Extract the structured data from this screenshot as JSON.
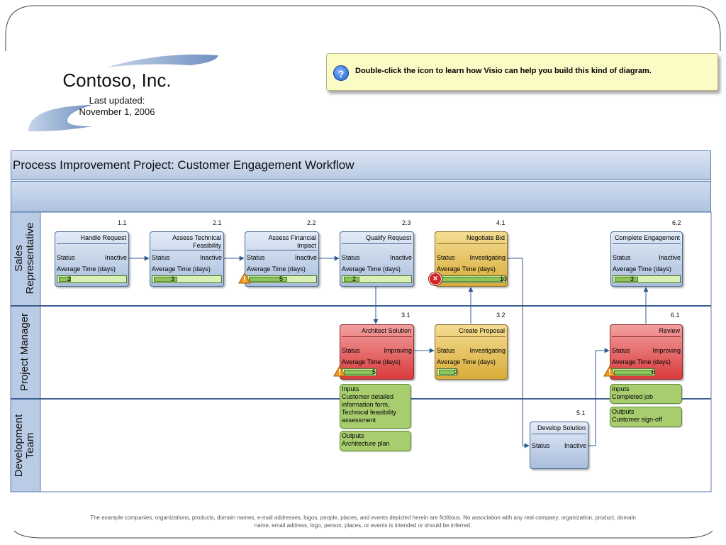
{
  "header": {
    "company": "Contoso, Inc.",
    "updated_line1": "Last updated:",
    "updated_line2": "November 1, 2006"
  },
  "tip": {
    "icon": "help-icon",
    "icon_glyph": "?",
    "text": "Double-click the icon to learn how Visio can help you build this kind of diagram."
  },
  "diagram": {
    "title": "Process Improvement Project: Customer Engagement Workflow",
    "lanes": [
      {
        "label_line1": "Sales",
        "label_line2": "Representative"
      },
      {
        "label_line1": "Project Manager",
        "label_line2": ""
      },
      {
        "label_line1": "Development",
        "label_line2": "Team"
      }
    ],
    "row_labels": {
      "status": "Status",
      "avg_time": "Average Time (days)"
    },
    "processes": [
      {
        "id": "1.1",
        "title": "Handle Request",
        "title2": "",
        "status": "Inactive",
        "avg_time": "2",
        "color": "#a9bedc",
        "icon": ""
      },
      {
        "id": "2.1",
        "title": "Assess Technical",
        "title2": "Feasibility",
        "status": "Inactive",
        "avg_time": "3",
        "color": "#a9bedc",
        "icon": ""
      },
      {
        "id": "2.2",
        "title": "Assess Financial",
        "title2": "Impact",
        "status": "Inactive",
        "avg_time": "5",
        "color": "#a9bedc",
        "icon": "warning-icon"
      },
      {
        "id": "2.3",
        "title": "Qualify Request",
        "title2": "",
        "status": "Inactive",
        "avg_time": "2",
        "color": "#a9bedc",
        "icon": ""
      },
      {
        "id": "4.1",
        "title": "Negotiate Bid",
        "title2": "",
        "status": "Investigating",
        "avg_time": "10",
        "color": "#d9ac3a",
        "icon": "error-icon"
      },
      {
        "id": "6.2",
        "title": "Complete Engagement",
        "title2": "",
        "status": "Inactive",
        "avg_time": "3",
        "color": "#a9bedc",
        "icon": ""
      },
      {
        "id": "3.1",
        "title": "Architect Solution",
        "title2": "",
        "status": "Improving",
        "avg_time": "5",
        "color": "#d83b3b",
        "icon": "warning-icon"
      },
      {
        "id": "3.2",
        "title": "Create Proposal",
        "title2": "",
        "status": "Investigating",
        "avg_time": "3",
        "color": "#d9ac3a",
        "icon": ""
      },
      {
        "id": "6.1",
        "title": "Review",
        "title2": "",
        "status": "Improving",
        "avg_time": "6",
        "color": "#d83b3b",
        "icon": "warning-icon"
      },
      {
        "id": "5.1",
        "title": "Develop Solution",
        "title2": "",
        "status": "Inactive",
        "avg_time": "",
        "color": "#a9bedc",
        "icon": ""
      }
    ],
    "notes": [
      {
        "text": "Inputs\nCustomer detailed\ninformation form,\nTechnical feasibility\nassessment"
      },
      {
        "text": "Outputs\nArchitecture plan"
      },
      {
        "text": "Inputs\nCompleted job"
      },
      {
        "text": "Outputs\nCustomer sign-off"
      }
    ]
  },
  "footer": {
    "line1": "The example companies, organizations, products, domain names, e-mail addresses, logos, people, places, and events depicted herein are fictitious. No association with any real company, organization, product, domain",
    "line2": "name, email address, logo, person, places, or events is intended or should be inferred."
  }
}
